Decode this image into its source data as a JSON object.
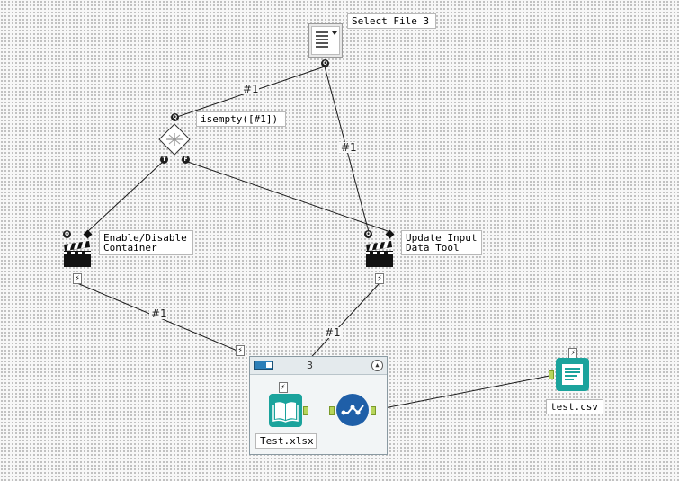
{
  "nodes": {
    "select_file": {
      "label": "Select File 3"
    },
    "condition": {
      "label": "isempty([#1])"
    },
    "enable_disable": {
      "label": "Enable/Disable\nContainer"
    },
    "update_input": {
      "label": "Update Input\nData Tool"
    },
    "input_xlsx": {
      "label": "Test.xlsx"
    },
    "output_csv": {
      "label": "test.csv"
    }
  },
  "container": {
    "count": "3"
  },
  "connections": {
    "c1": "#1",
    "c2": "#1",
    "c3": "#1",
    "c4": "#1"
  },
  "anchors": {
    "question": "Q",
    "true": "T",
    "false": "F",
    "event": "⚡"
  },
  "icons": {
    "select_file": "list-dropdown-icon",
    "condition": "condition-diamond-icon",
    "action": "clapperboard-icon",
    "input": "book-icon",
    "select": "select-dots-icon",
    "output": "output-doc-icon",
    "container_toggle": "toggle-icon",
    "collapse": "chevron-up-icon"
  },
  "colors": {
    "teal": "#1ba39c",
    "blue": "#1f5fa8",
    "wire": "#1a1a1a",
    "canvas": "#f7f7f7"
  }
}
